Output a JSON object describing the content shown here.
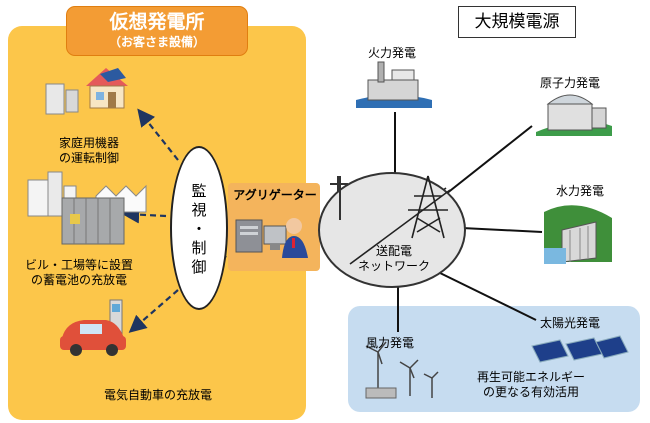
{
  "vpp": {
    "title": "仮想発電所",
    "subtitle": "（お客さま設備）",
    "home_label_1": "家庭用機器",
    "home_label_2": "の運転制御",
    "building_label_1": "ビル・工場等に設置",
    "building_label_2": "の蓄電池の充放電",
    "ev_label": "電気自動車の充放電",
    "monitor_label_1": "監",
    "monitor_label_2": "視",
    "monitor_label_3": "・",
    "monitor_label_4": "制",
    "monitor_label_5": "御",
    "aggregator_label": "アグリゲーター"
  },
  "large": {
    "title": "大規模電源",
    "thermal": "火力発電",
    "nuclear": "原子力発電",
    "hydro": "水力発電",
    "grid_1": "送配電",
    "grid_2": "ネットワーク"
  },
  "renewable": {
    "wind": "風力発電",
    "solar": "太陽光発電",
    "note_1": "再生可能エネルギー",
    "note_2": "の更なる有効活用"
  },
  "colors": {
    "vpp_panel": "#fcc64a",
    "vpp_header": "#f39c34",
    "renewable_panel": "#c6dcf0",
    "arrow": "#1f3560"
  }
}
